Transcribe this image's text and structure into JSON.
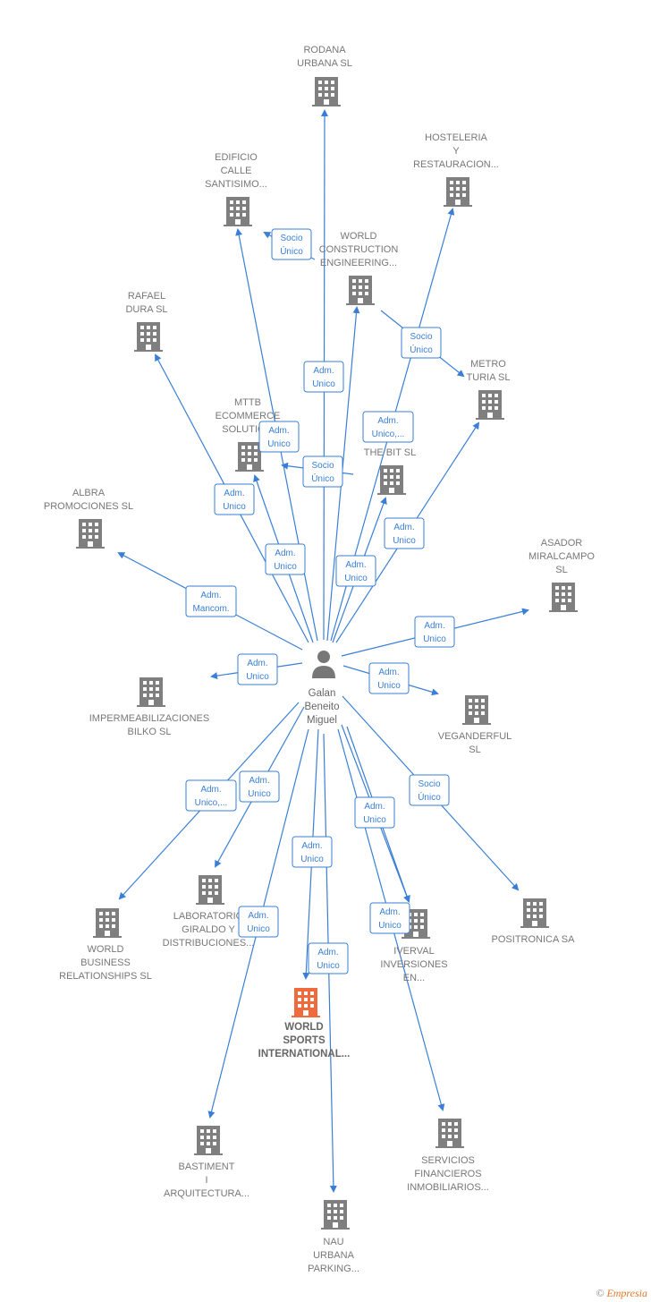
{
  "colors": {
    "edge": "#3a7fd5",
    "company": "#777777",
    "highlight": "#ef6a3c",
    "person": "#777777"
  },
  "center": {
    "name_lines": [
      "Galan",
      "Beneito",
      "Miguel"
    ],
    "icon": "person-icon"
  },
  "companies": [
    {
      "id": "rodana",
      "lines": [
        "RODANA",
        "URBANA SL"
      ]
    },
    {
      "id": "hosteleria",
      "lines": [
        "HOSTELERIA",
        "Y",
        "RESTAURACION..."
      ]
    },
    {
      "id": "edificio",
      "lines": [
        "EDIFICIO",
        "CALLE",
        "SANTISIMO..."
      ]
    },
    {
      "id": "world_construction",
      "lines": [
        "WORLD",
        "CONSTRUCTION",
        "ENGINEERING..."
      ]
    },
    {
      "id": "rafael",
      "lines": [
        "RAFAEL",
        "DURA  SL"
      ]
    },
    {
      "id": "metro",
      "lines": [
        "METRO",
        "TURIA  SL"
      ]
    },
    {
      "id": "mttb",
      "lines": [
        "MTTB",
        "ECOMMERCE",
        "SOLUTIO..."
      ]
    },
    {
      "id": "thebit",
      "lines": [
        "THE BIT SL"
      ]
    },
    {
      "id": "albra",
      "lines": [
        "ALBRA",
        "PROMOCIONES SL"
      ]
    },
    {
      "id": "asador",
      "lines": [
        "ASADOR",
        "MIRALCAMPO",
        "SL"
      ]
    },
    {
      "id": "impermeabilizaciones",
      "lines": [
        "IMPERMEABILIZACIONES",
        "BILKO  SL"
      ]
    },
    {
      "id": "veganderful",
      "lines": [
        "VEGANDERFUL",
        "SL"
      ]
    },
    {
      "id": "laboratorio",
      "lines": [
        "LABORATORIO",
        "GIRALDO Y",
        "DISTRIBUCIONES..."
      ]
    },
    {
      "id": "world_business",
      "lines": [
        "WORLD",
        "BUSINESS",
        "RELATIONSHIPS SL"
      ]
    },
    {
      "id": "iverval",
      "lines": [
        "IVERVAL",
        "INVERSIONES",
        "EN..."
      ]
    },
    {
      "id": "positronica",
      "lines": [
        "POSITRONICA SA"
      ]
    },
    {
      "id": "world_sports",
      "lines": [
        "WORLD",
        "SPORTS",
        "INTERNATIONAL..."
      ],
      "highlight": true
    },
    {
      "id": "bastiment",
      "lines": [
        "BASTIMENT",
        "I",
        "ARQUITECTURA..."
      ]
    },
    {
      "id": "servicios",
      "lines": [
        "SERVICIOS",
        "FINANCIEROS",
        "INMOBILIARIOS..."
      ]
    },
    {
      "id": "nau",
      "lines": [
        "NAU",
        "URBANA",
        "PARKING..."
      ]
    }
  ],
  "roles": [
    {
      "lines": [
        "Socio",
        "Único"
      ]
    },
    {
      "lines": [
        "Socio",
        "Único"
      ]
    },
    {
      "lines": [
        "Adm.",
        "Unico"
      ]
    },
    {
      "lines": [
        "Adm.",
        "Unico,..."
      ]
    },
    {
      "lines": [
        "Adm.",
        "Unico"
      ]
    },
    {
      "lines": [
        "Socio",
        "Único"
      ]
    },
    {
      "lines": [
        "Adm.",
        "Unico"
      ]
    },
    {
      "lines": [
        "Adm.",
        "Unico"
      ]
    },
    {
      "lines": [
        "Adm.",
        "Unico"
      ]
    },
    {
      "lines": [
        "Adm.",
        "Unico"
      ]
    },
    {
      "lines": [
        "Adm.",
        "Mancom."
      ]
    },
    {
      "lines": [
        "Adm.",
        "Unico"
      ]
    },
    {
      "lines": [
        "Adm.",
        "Unico"
      ]
    },
    {
      "lines": [
        "Adm.",
        "Unico"
      ]
    },
    {
      "lines": [
        "Socio",
        "Único"
      ]
    },
    {
      "lines": [
        "Adm.",
        "Unico,..."
      ]
    },
    {
      "lines": [
        "Adm.",
        "Unico"
      ]
    },
    {
      "lines": [
        "Adm.",
        "Unico"
      ]
    },
    {
      "lines": [
        "Adm.",
        "Unico"
      ]
    },
    {
      "lines": [
        "Adm.",
        "Unico"
      ]
    },
    {
      "lines": [
        "Adm.",
        "Unico"
      ]
    },
    {
      "lines": [
        "Adm.",
        "Unico"
      ]
    }
  ],
  "footer": {
    "copyright": "©",
    "brand": "Empresia"
  }
}
